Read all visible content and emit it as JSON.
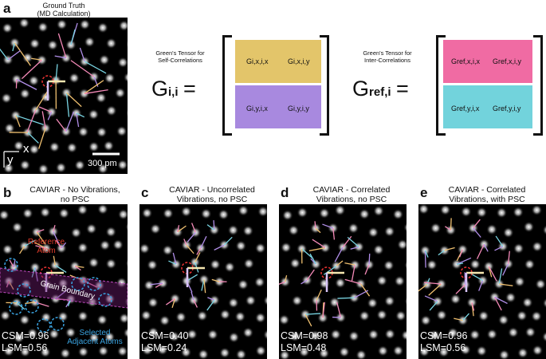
{
  "panels": {
    "a": {
      "letter": "a",
      "title_line1": "Ground Truth",
      "title_line2": "(MD Calculation)",
      "axis_x": "x",
      "axis_y": "y",
      "scalebar_label": "300 pm"
    },
    "b": {
      "letter": "b",
      "title_line1": "CAVIAR - No Vibrations,",
      "title_line2": "no PSC",
      "csm": "CSM=0.96",
      "lsm": "LSM=0.56",
      "ann_reference_1": "Reference",
      "ann_reference_2": "Atom",
      "ann_grain": "Grain Boundary",
      "ann_selected_1": "Selected",
      "ann_selected_2": "Adjacent Atoms"
    },
    "c": {
      "letter": "c",
      "title_line1": "CAVIAR - Uncorrelated",
      "title_line2": "Vibrations, no PSC",
      "csm": "CSM=0.40",
      "lsm": "LSM=0.24"
    },
    "d": {
      "letter": "d",
      "title_line1": "CAVIAR - Correlated",
      "title_line2": "Vibrations, no PSC",
      "csm": "CSM=0.98",
      "lsm": "LSM=0.48"
    },
    "e": {
      "letter": "e",
      "title_line1": "CAVIAR - Correlated",
      "title_line2": "Vibrations, with PSC",
      "csm": "CSM=0.96",
      "lsm": "LSM=0.56"
    }
  },
  "self_tensor": {
    "label_line1": "Green's Tensor for",
    "label_line2": "Self-Correlations",
    "symbol": "G",
    "subscript": "i,i",
    "equals": "=",
    "cells": [
      [
        "Gi,x,i,x",
        "Gi,x,i,y"
      ],
      [
        "Gi,y,i,x",
        "Gi,y,i,y"
      ]
    ],
    "colors": [
      "#e3c56a",
      "#a889df"
    ]
  },
  "inter_tensor": {
    "label_line1": "Green's Tensor for",
    "label_line2": "Inter-Correlations",
    "symbol": "G",
    "subscript": "ref,i",
    "equals": "=",
    "cells": [
      [
        "Gref,x,i,x",
        "Gref,x,i,y"
      ],
      [
        "Gref,y,i,x",
        "Gref,y,i,y"
      ]
    ],
    "colors": [
      "#f06ba3",
      "#72d3dc"
    ]
  }
}
